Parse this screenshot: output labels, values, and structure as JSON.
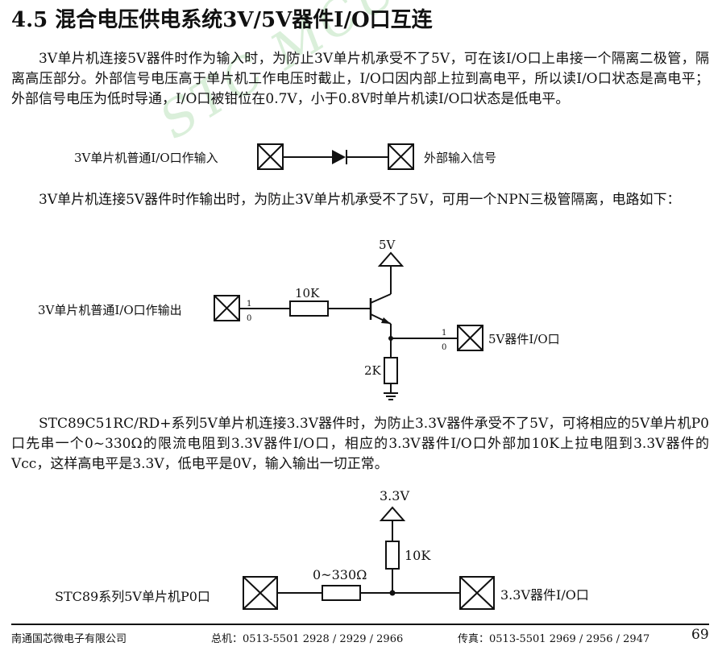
{
  "section": {
    "title": "4.5 混合电压供电系统3V/5V器件I/O口互连",
    "watermark": "STC MCU Limited."
  },
  "paragraph_1": "3V单片机连接5V器件时作为输入时，为防止3V单片机承受不了5V，可在该I/O口上串接一个隔离二极管，隔离高压部分。外部信号电压高于单片机工作电压时截止，I/O口因内部上拉到高电平，所以读I/O口状态是高电平；外部信号电压为低时导通，I/O口被钳位在0.7V，小于0.8V时单片机读I/O口状态是低电平。",
  "diagram_1": {
    "left_label": "3V单片机普通I/O口作输入",
    "right_label": "外部输入信号"
  },
  "paragraph_2": "3V单片机连接5V器件时作输出时，为防止3V单片机承受不了5V，可用一个NPN三极管隔离，电路如下：",
  "diagram_2": {
    "supply_label": "5V",
    "left_label": "3V单片机普通I/O口作输出",
    "resistor_base_label": "10K",
    "resistor_pulldown_label": "2K",
    "right_label": "5V器件I/O口",
    "pin_high": "1",
    "pin_low": "0"
  },
  "paragraph_3": "STC89C51RC/RD+系列5V单片机连接3.3V器件时，为防止3.3V器件承受不了5V，可将相应的5V单片机P0口先串一个0~330Ω的限流电阻到3.3V器件I/O口，相应的3.3V器件I/O口外部加10K上拉电阻到3.3V器件的Vcc，这样高电平是3.3V，低电平是0V，输入输出一切正常。",
  "diagram_3": {
    "supply_label": "3.3V",
    "pullup_label": "10K",
    "series_label": "0~330Ω",
    "left_label": "STC89系列5V单片机P0口",
    "right_label": "3.3V器件I/O口"
  },
  "footer": {
    "company": "南通国芯微电子有限公司",
    "phone": "总机：0513-5501 2928 / 2929 / 2966",
    "fax": "传真：0513-5501 2969 / 2956 / 2947",
    "page_number": "69"
  }
}
